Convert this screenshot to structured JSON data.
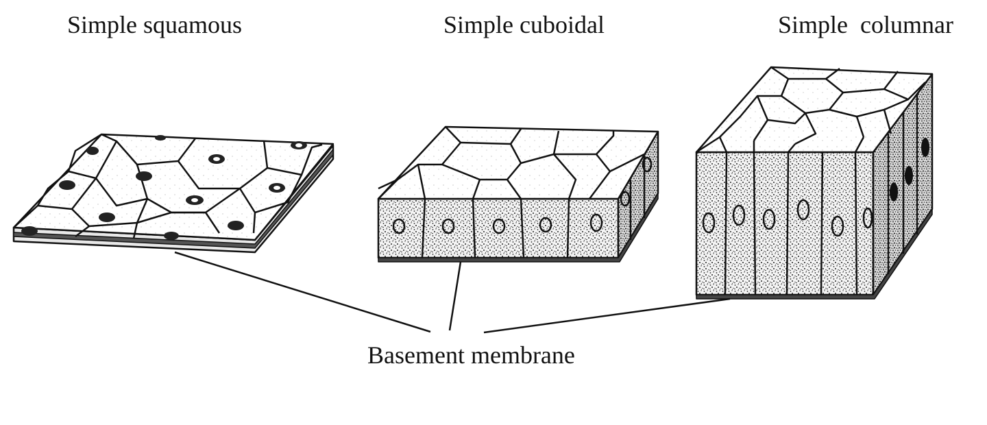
{
  "labels": {
    "squamous": "Simple squamous",
    "cuboidal": "Simple cuboidal",
    "columnar": "Simple  columnar",
    "basement": "Basement membrane"
  },
  "colors": {
    "ink": "#111111",
    "paper": "#ffffff",
    "stipple": "#333333"
  }
}
